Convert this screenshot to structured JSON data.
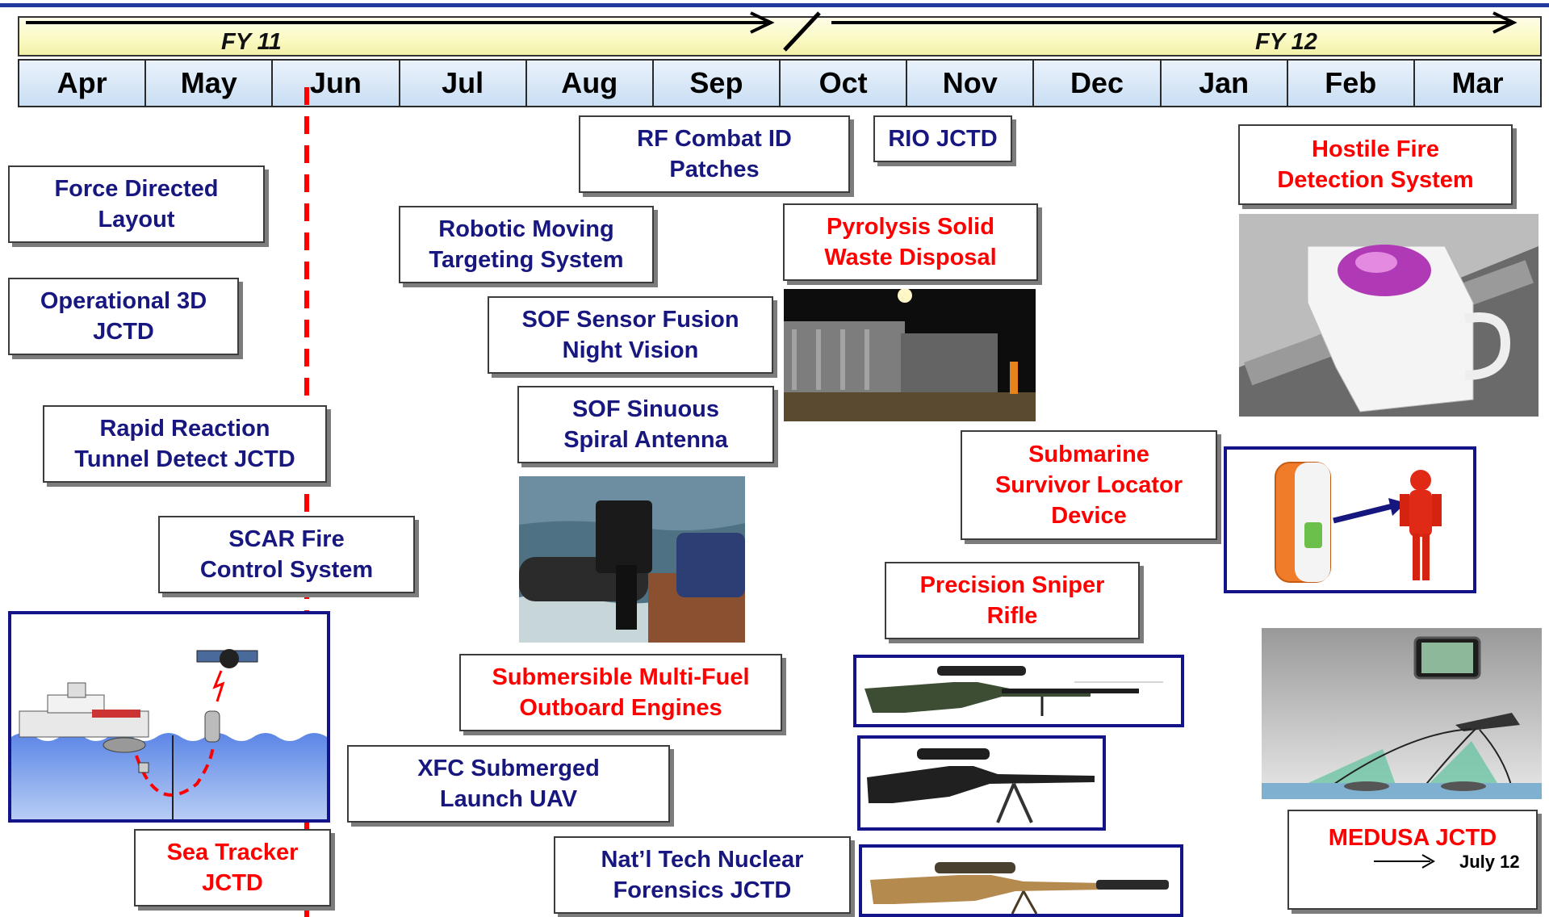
{
  "colors": {
    "header_line": "#1f3a9c",
    "box_text_blue": "#17177f",
    "box_text_red": "#ff0000",
    "milestone_line": "#ff0000",
    "fy_bar": "#fafac2",
    "month_cell": "#d5e5f6",
    "frame": "#14148a"
  },
  "timeline": {
    "fy_left": "FY 11",
    "fy_right": "FY 12",
    "months": [
      "Apr",
      "May",
      "Jun",
      "Jul",
      "Aug",
      "Sep",
      "Oct",
      "Nov",
      "Dec",
      "Jan",
      "Feb",
      "Mar"
    ]
  },
  "projects": {
    "force_directed": "Force Directed\nLayout",
    "operational_3d": "Operational 3D\nJCTD",
    "rapid_reaction": "Rapid Reaction\nTunnel Detect JCTD",
    "scar_fire": "SCAR Fire\nControl System",
    "sea_tracker": "Sea Tracker\nJCTD",
    "robotic_moving": "Robotic Moving\nTargeting System",
    "sof_sensor": "SOF Sensor Fusion\nNight Vision",
    "sof_sinuous": "SOF Sinuous\nSpiral Antenna",
    "submersible": "Submersible Multi-Fuel\nOutboard Engines",
    "xfc": "XFC Submerged\nLaunch UAV",
    "rf_combat": "RF Combat ID\nPatches",
    "rio": "RIO JCTD",
    "pyrolysis": "Pyrolysis Solid\nWaste Disposal",
    "submarine_survivor": "Submarine\nSurvivor Locator\nDevice",
    "precision_sniper": "Precision Sniper\nRifle",
    "nat_tech": "Nat’l Tech Nuclear\nForensics JCTD",
    "hostile_fire": "Hostile Fire\nDetection System",
    "medusa": "MEDUSA JCTD",
    "medusa_date": "July 12"
  }
}
